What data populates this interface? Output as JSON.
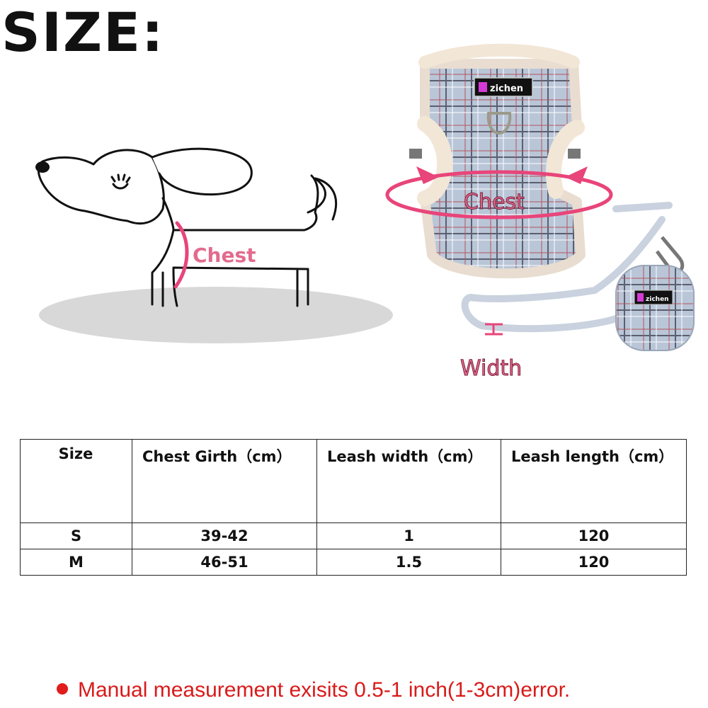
{
  "title": "SIZE:",
  "dog_diagram": {
    "chest_label": "Chest"
  },
  "harness_photo": {
    "brand_text": "zichen",
    "chest_label": "Chest",
    "width_label": "Width"
  },
  "size_table": {
    "headers": [
      "Size",
      "Chest Girth（cm）",
      "Leash width（cm）",
      "Leash length（cm）"
    ],
    "rows": [
      [
        "S",
        "39-42",
        "1",
        "120"
      ],
      [
        "M",
        "46-51",
        "1.5",
        "120"
      ]
    ]
  },
  "note": "Manual measurement exisits 0.5-1 inch(1-3cm)error.",
  "colors": {
    "accent_pink": "#e8457a",
    "note_red": "#d91a1a",
    "label_pink": "#e36b8d"
  }
}
